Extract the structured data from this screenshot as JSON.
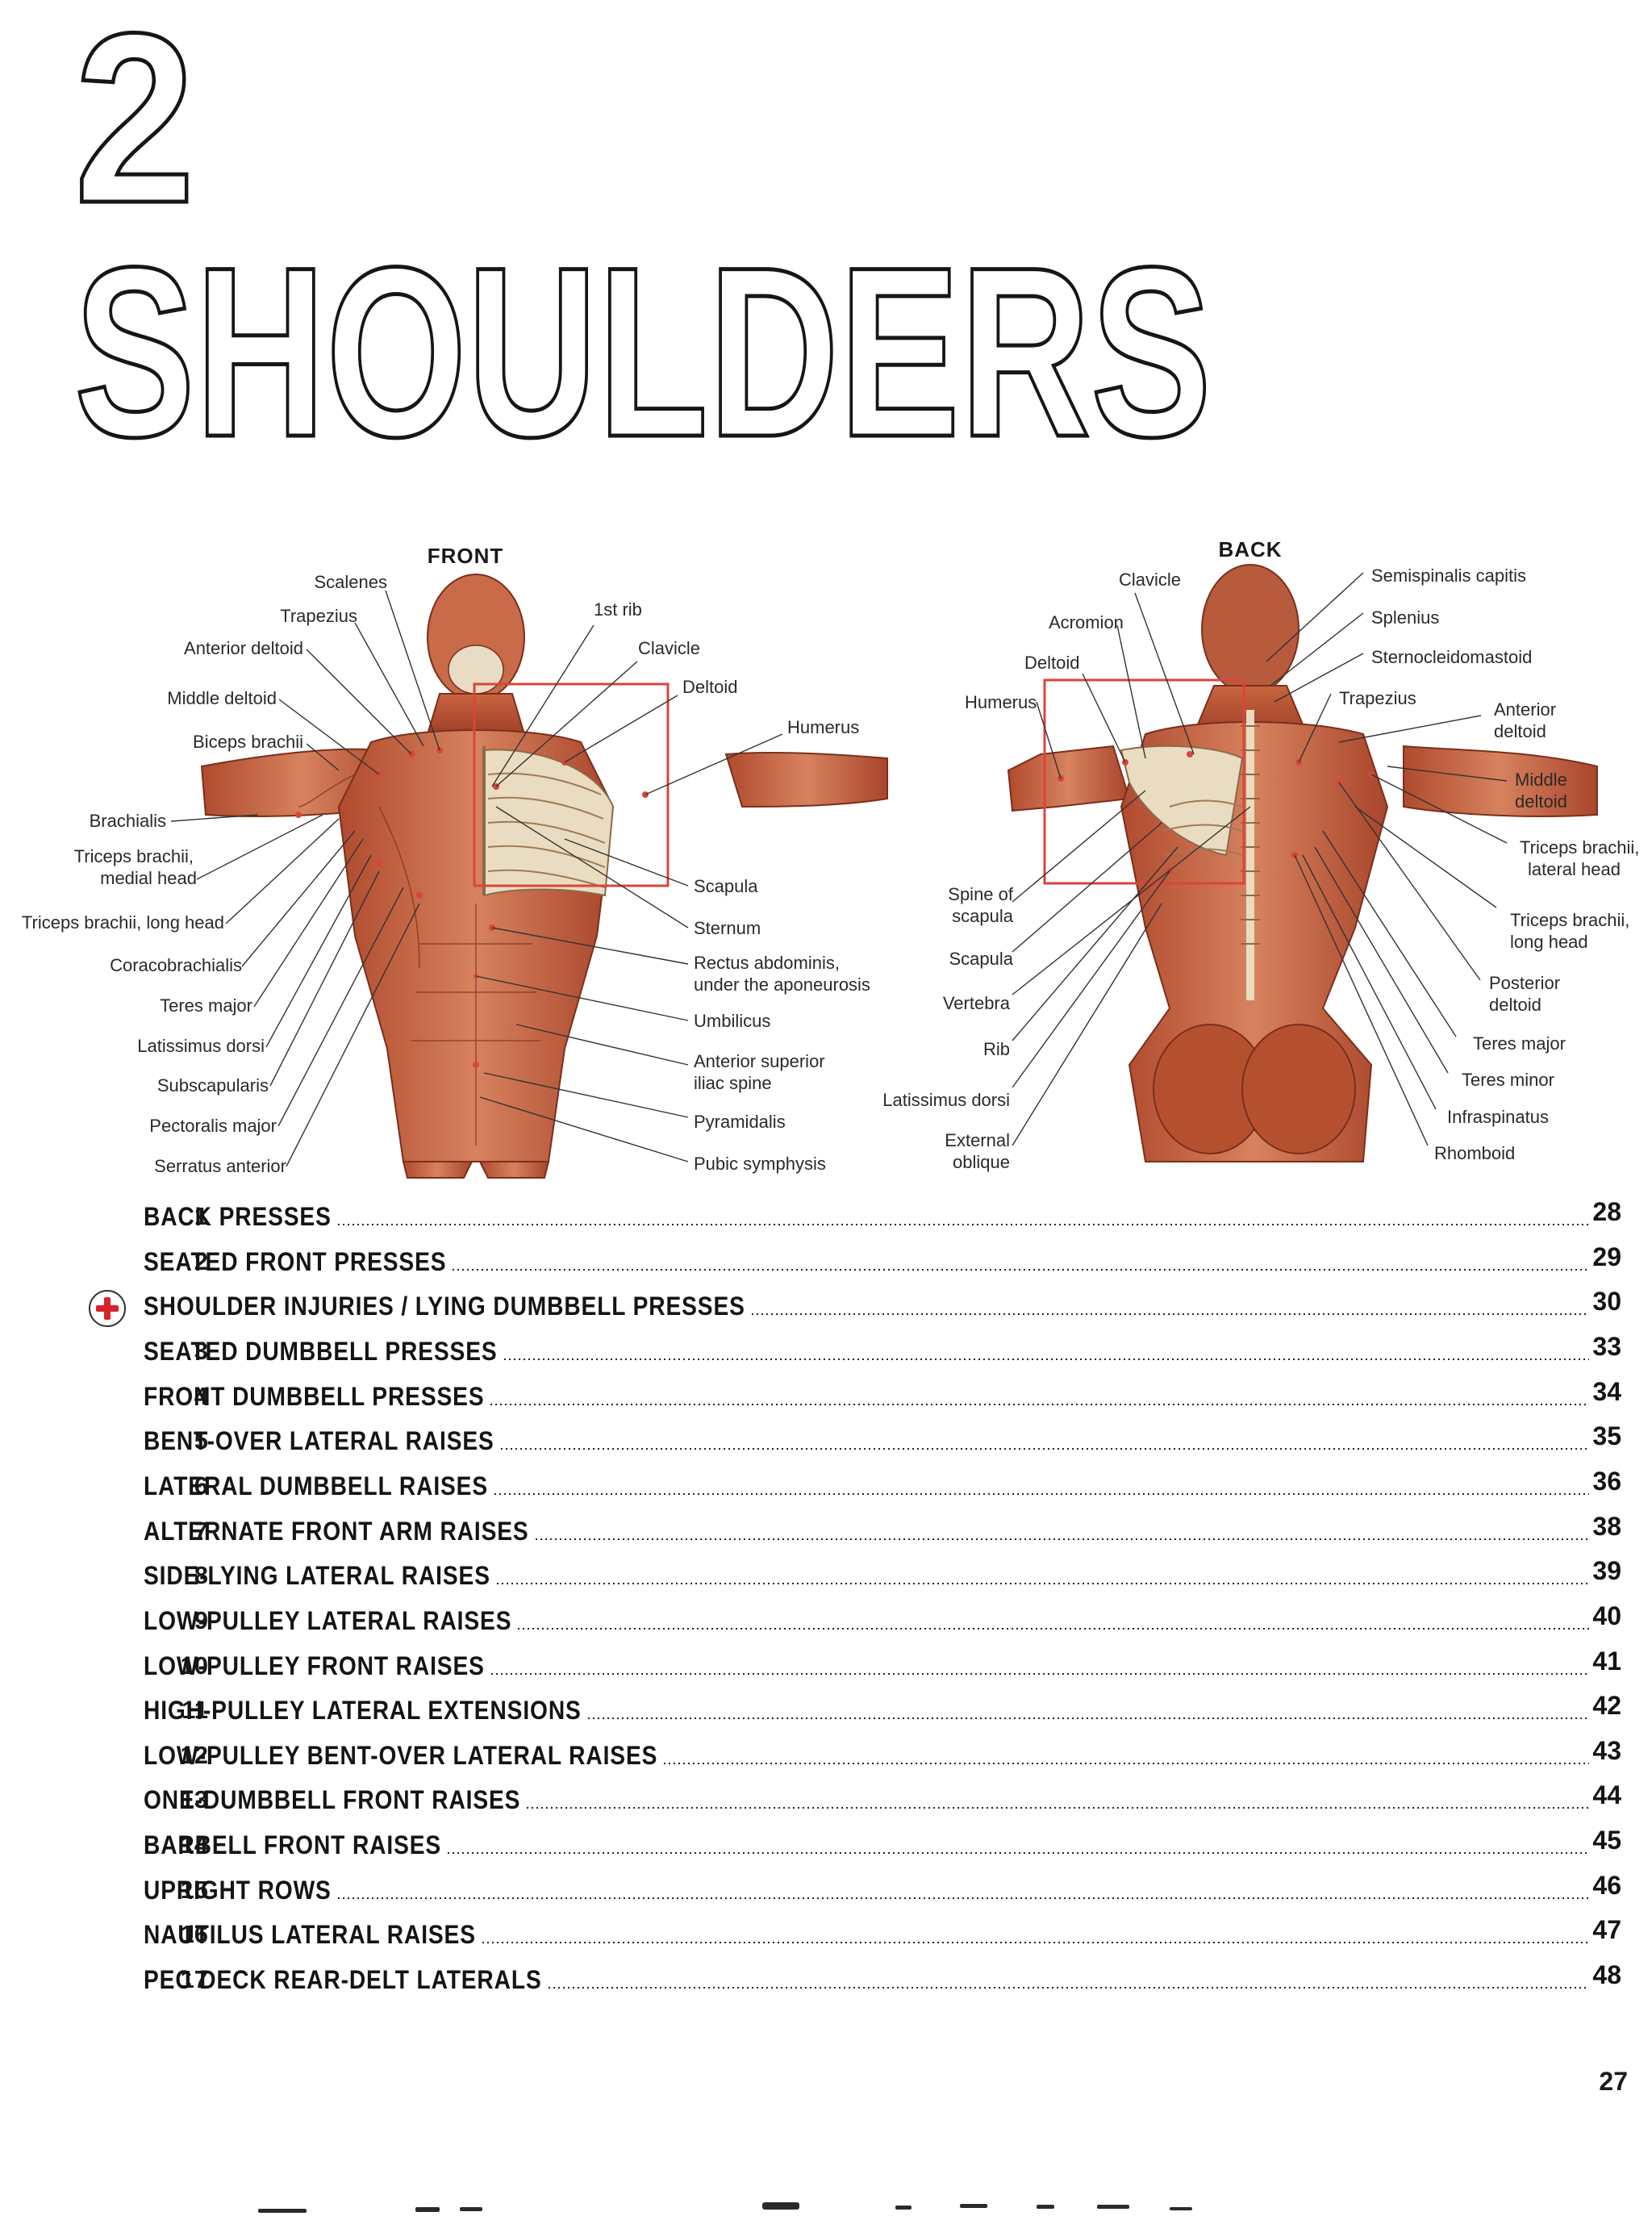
{
  "chapter": {
    "number": "2",
    "title": "SHOULDERS"
  },
  "figures": {
    "front": {
      "title": "FRONT",
      "labels": {
        "scalenes": "Scalenes",
        "trapezius": "Trapezius",
        "anterior_deltoid": "Anterior deltoid",
        "middle_deltoid": "Middle deltoid",
        "biceps_brachii": "Biceps brachii",
        "brachialis": "Brachialis",
        "triceps_medial_1": "Triceps brachii,",
        "triceps_medial_2": "medial head",
        "triceps_long_head": "Triceps brachii, long head",
        "coracobrachialis": "Coracobrachialis",
        "teres_major": "Teres major",
        "latissimus_dorsi": "Latissimus dorsi",
        "subscapularis": "Subscapularis",
        "pectoralis_major": "Pectoralis major",
        "serratus_anterior": "Serratus anterior",
        "first_rib": "1st rib",
        "clavicle": "Clavicle",
        "deltoid": "Deltoid",
        "humerus": "Humerus",
        "scapula": "Scapula",
        "sternum": "Sternum",
        "rectus_1": "Rectus abdominis,",
        "rectus_2": "under the aponeurosis",
        "umbilicus": "Umbilicus",
        "asis_1": "Anterior superior",
        "asis_2": "iliac spine",
        "pyramidalis": "Pyramidalis",
        "pubic_symphysis": "Pubic symphysis"
      }
    },
    "back": {
      "title": "BACK",
      "labels": {
        "clavicle": "Clavicle",
        "acromion": "Acromion",
        "deltoid": "Deltoid",
        "humerus": "Humerus",
        "spine_of_scapula_1": "Spine of",
        "spine_of_scapula_2": "scapula",
        "scapula": "Scapula",
        "vertebra": "Vertebra",
        "rib": "Rib",
        "latissimus_dorsi": "Latissimus dorsi",
        "external_oblique_1": "External",
        "external_oblique_2": "oblique",
        "semispinalis_capitis": "Semispinalis capitis",
        "splenius": "Splenius",
        "sternocleidomastoid": "Sternocleidomastoid",
        "trapezius": "Trapezius",
        "anterior_deltoid_1": "Anterior",
        "anterior_deltoid_2": "deltoid",
        "middle_deltoid_1": "Middle",
        "middle_deltoid_2": "deltoid",
        "triceps_lateral_1": "Triceps brachii,",
        "triceps_lateral_2": "lateral head",
        "triceps_long_1": "Triceps brachii,",
        "triceps_long_2": "long head",
        "posterior_deltoid_1": "Posterior",
        "posterior_deltoid_2": "deltoid",
        "teres_major": "Teres major",
        "teres_minor": "Teres minor",
        "infraspinatus": "Infraspinatus",
        "rhomboid": "Rhomboid"
      }
    }
  },
  "toc": [
    {
      "num": "1",
      "title": "BACK PRESSES",
      "page": "28"
    },
    {
      "num": "2",
      "title": "SEATED FRONT PRESSES",
      "page": "29"
    },
    {
      "num": "",
      "icon": "first-aid-cross-icon",
      "title": "SHOULDER INJURIES / LYING DUMBBELL PRESSES",
      "page": "30"
    },
    {
      "num": "3",
      "title": "SEATED DUMBBELL PRESSES",
      "page": "33"
    },
    {
      "num": "4",
      "title": "FRONT DUMBBELL PRESSES",
      "page": "34"
    },
    {
      "num": "5",
      "title": "BENT-OVER LATERAL RAISES",
      "page": "35"
    },
    {
      "num": "6",
      "title": "LATERAL DUMBBELL RAISES",
      "page": "36"
    },
    {
      "num": "7",
      "title": "ALTERNATE FRONT ARM RAISES",
      "page": "38"
    },
    {
      "num": "8",
      "title": "SIDE-LYING LATERAL RAISES",
      "page": "39"
    },
    {
      "num": "9",
      "title": "LOW-PULLEY LATERAL RAISES",
      "page": "40"
    },
    {
      "num": "10",
      "title": "LOW-PULLEY FRONT RAISES",
      "page": "41"
    },
    {
      "num": "11",
      "title": "HIGH-PULLEY LATERAL EXTENSIONS",
      "page": "42"
    },
    {
      "num": "12",
      "title": "LOW-PULLEY BENT-OVER LATERAL RAISES",
      "page": "43"
    },
    {
      "num": "13",
      "title": "ONE-DUMBBELL FRONT RAISES",
      "page": "44"
    },
    {
      "num": "14",
      "title": "BARBELL FRONT RAISES",
      "page": "45"
    },
    {
      "num": "15",
      "title": "UPRIGHT ROWS",
      "page": "46"
    },
    {
      "num": "16",
      "title": "NAUTILUS LATERAL RAISES",
      "page": "47"
    },
    {
      "num": "17",
      "title": "PEC DECK REAR-DELT LATERALS",
      "page": "48"
    }
  ],
  "page_number": "27",
  "colors": {
    "muscle": "#c9593c",
    "bone": "#e9dcc0",
    "highlight_box": "#d9453b",
    "first_aid": "#d8222a"
  }
}
